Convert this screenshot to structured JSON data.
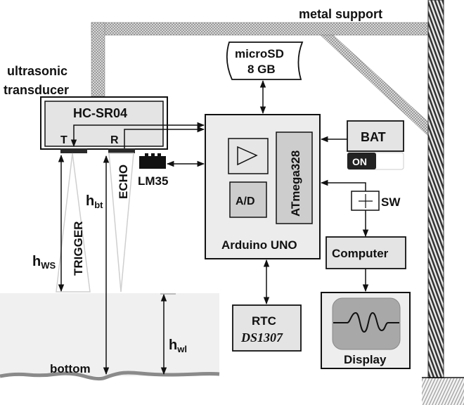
{
  "labels": {
    "metal_support": "metal support",
    "ultrasonic_line1": "ultrasonic",
    "ultrasonic_line2": "transducer",
    "hcsr04": "HC-SR04",
    "T": "T",
    "R": "R",
    "lm35": "LM35",
    "echo": "ECHO",
    "trigger": "TRIGGER",
    "h_bt_main": "h",
    "h_bt_sub": "bt",
    "h_ws_main": "h",
    "h_ws_sub": "WS",
    "h_wl_main": "h",
    "h_wl_sub": "wl",
    "bottom": "bottom",
    "microsd_line1": "microSD",
    "microsd_line2": "8 GB",
    "atmega": "ATmega328",
    "ad": "A/D",
    "arduino": "Arduino UNO",
    "bat": "BAT",
    "on": "ON",
    "sw": "SW",
    "computer": "Computer",
    "display": "Display",
    "rtc_line1": "RTC",
    "rtc_line2": "DS1307"
  },
  "colors": {
    "box_fill": "#ececec",
    "inner_fill": "#d0d0d0",
    "water_fill": "#f0f0f0",
    "screen_fill": "#a8a8a8",
    "sensor_dark": "#2a2a2a",
    "line": "#111111"
  },
  "switch_state": "on"
}
